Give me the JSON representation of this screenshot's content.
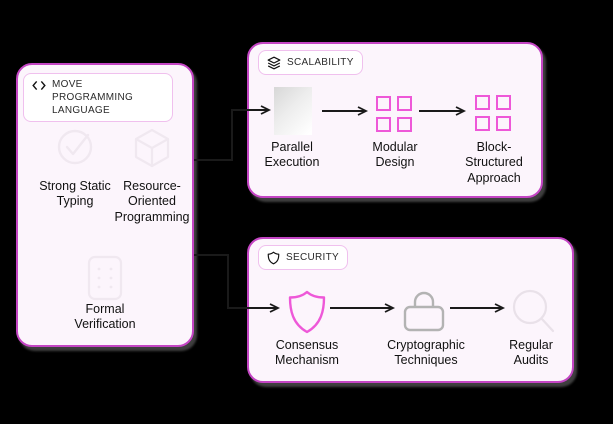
{
  "colors": {
    "background": "#000000",
    "panel_border": "#c445c4",
    "panel_background": "#fcf5fc",
    "badge_border": "#f0c0ee",
    "accent_icon_magenta": "#ee58d8",
    "muted_icon_gray": "#b3b3b3",
    "faint_icon": "#f0e8f0",
    "arrow": "#1a1a1a",
    "text": "#111111"
  },
  "panels": {
    "move": {
      "title": "MOVE PROGRAMMING LANGUAGE",
      "title_icon": "code-icon",
      "features": [
        {
          "label": "Strong Static\nTyping",
          "icon": "check-circle-icon"
        },
        {
          "label": "Resource-\nOriented\nProgramming",
          "icon": "cube-icon"
        },
        {
          "label": "Formal\nVerification",
          "icon": "document-icon"
        }
      ]
    },
    "scalability": {
      "title": "SCALABILITY",
      "title_icon": "layers-icon",
      "steps": [
        {
          "label": "Parallel\nExecution",
          "icon": "image-placeholder"
        },
        {
          "label": "Modular\nDesign",
          "icon": "squares-grid-icon"
        },
        {
          "label": "Block-\nStructured\nApproach",
          "icon": "squares-grid-icon"
        }
      ]
    },
    "security": {
      "title": "SECURITY",
      "title_icon": "shield-icon",
      "steps": [
        {
          "label": "Consensus\nMechanism",
          "icon": "shield-outline-icon"
        },
        {
          "label": "Cryptographic\nTechniques",
          "icon": "lock-icon"
        },
        {
          "label": "Regular\nAudits",
          "icon": "magnifier-icon"
        }
      ]
    }
  }
}
